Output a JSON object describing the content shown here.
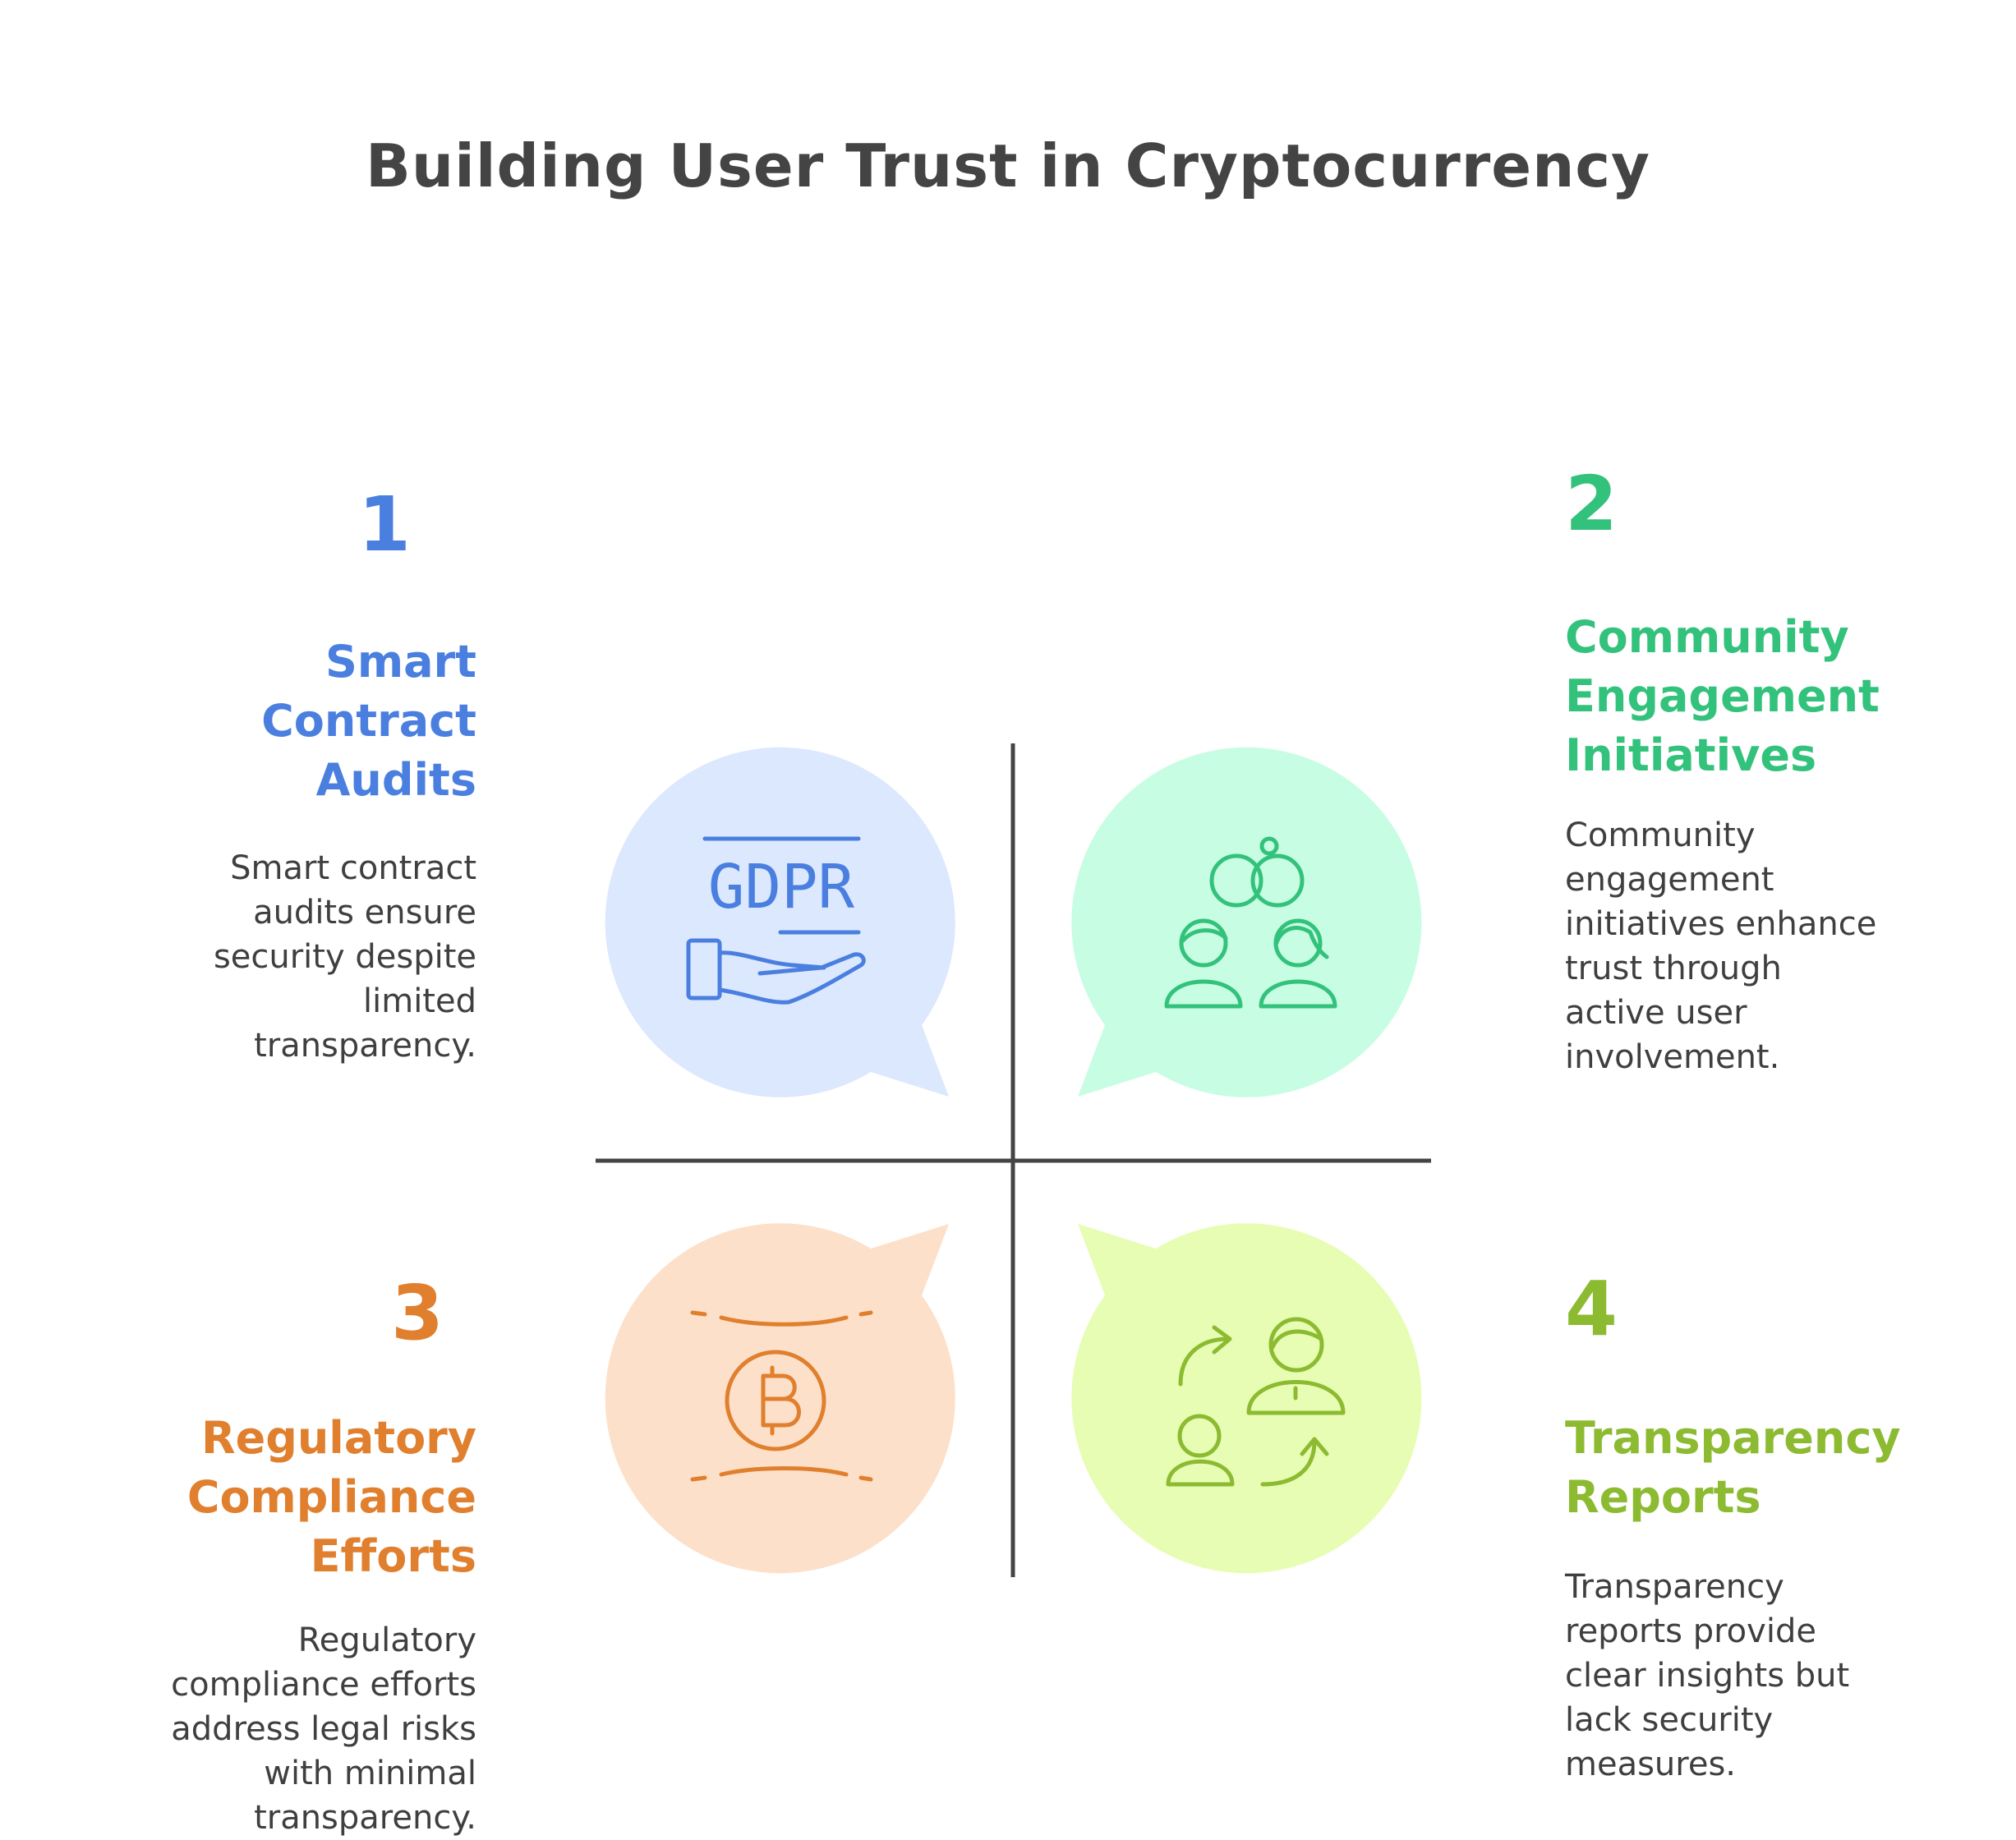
{
  "title": "Building User Trust in Cryptocurrency",
  "colors": {
    "axis": "#444444",
    "q1_fill": "#dce8fd",
    "q1_stroke": "#4a7fe0",
    "q2_fill": "#c7fde3",
    "q2_stroke": "#33c27b",
    "q3_fill": "#fde0c9",
    "q3_stroke": "#e0802e",
    "q4_fill": "#e7fdb3",
    "q4_stroke": "#8cbb32"
  },
  "quadrants": [
    {
      "number": "1",
      "heading_lines": [
        "Smart",
        "Contract",
        "Audits"
      ],
      "desc_lines": [
        "Smart contract",
        "audits ensure",
        "security despite",
        "limited",
        "transparency."
      ],
      "icon": "gdpr-hand-icon",
      "icon_text": "GDPR"
    },
    {
      "number": "2",
      "heading_lines": [
        "Community",
        "Engagement",
        "Initiatives"
      ],
      "desc_lines": [
        "Community",
        "engagement",
        "initiatives enhance",
        "trust through",
        "active user",
        "involvement."
      ],
      "icon": "community-people-icon"
    },
    {
      "number": "3",
      "heading_lines": [
        "Regulatory",
        "Compliance",
        "Efforts"
      ],
      "desc_lines": [
        "Regulatory",
        "compliance efforts",
        "address legal risks",
        "with minimal",
        "transparency."
      ],
      "icon": "bitcoin-coin-icon"
    },
    {
      "number": "4",
      "heading_lines": [
        "Transparency",
        "Reports"
      ],
      "desc_lines": [
        "Transparency",
        "reports provide",
        "clear insights but",
        "lack security",
        "measures."
      ],
      "icon": "people-exchange-icon"
    }
  ]
}
